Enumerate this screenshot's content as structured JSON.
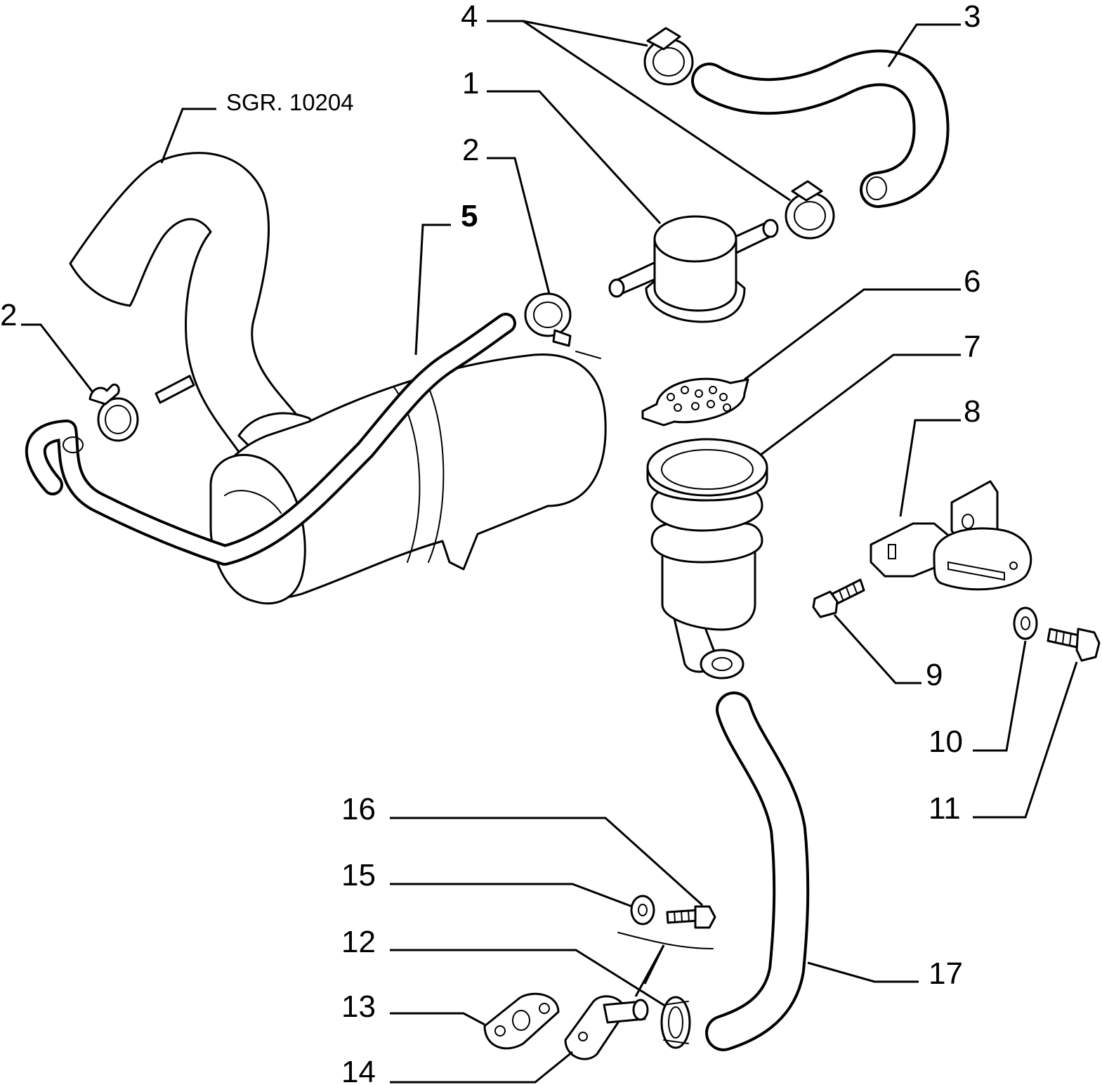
{
  "reference": "SGR. 10204",
  "callouts": {
    "c1": "1",
    "c2a": "2",
    "c2b": "2",
    "c3": "3",
    "c4": "4",
    "c5": "5",
    "c6": "6",
    "c7": "7",
    "c8": "8",
    "c9": "9",
    "c10": "10",
    "c11": "11",
    "c12": "12",
    "c13": "13",
    "c14": "14",
    "c15": "15",
    "c16": "16",
    "c17": "17"
  }
}
